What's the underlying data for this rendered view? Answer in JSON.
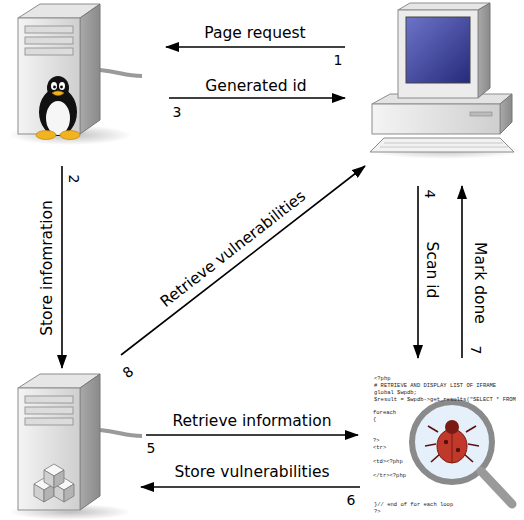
{
  "diagram": {
    "nodes": [
      {
        "text": []
      },
      {
        "text": []
      },
      {
        "text": []
      },
      {
        "text": [
          "<?php",
          "# RETRIEVE AND DISPLAY LIST OF IFRAME",
          "global $wpdb;",
          "$result = $wpdb->get_results(\"SELECT * FROM",
          "foreach",
          "{",
          "?>",
          "<tr>",
          "<td><?php",
          "</tr><?php",
          "}// end of for each loop",
          "?>"
        ]
      }
    ],
    "edges": [
      {
        "from": 1,
        "to": 0,
        "label": "Page request",
        "arrow": "to"
      },
      {
        "from": 0,
        "to": 2,
        "label": "Store infomration",
        "arrow": "to"
      },
      {
        "from": 0,
        "to": 1,
        "label": "Generated id",
        "arrow": "to"
      },
      {
        "from": 1,
        "to": 3,
        "label": "Scan id",
        "arrow": "to"
      },
      {
        "from": 2,
        "to": 3,
        "label": "Retrieve information",
        "arrow": "to"
      },
      {
        "from": 3,
        "to": 2,
        "label": "Store vulnerabilities",
        "arrow": "to"
      },
      {
        "from": 3,
        "to": 1,
        "label": "Mark done",
        "arrow": "to"
      },
      {
        "from": 2,
        "to": 1,
        "label": "Retrieve vulnerabilities",
        "arrow": "to"
      }
    ],
    "labels": [
      "1",
      "2",
      "3",
      "4",
      "5",
      "6",
      "7",
      "8"
    ]
  }
}
